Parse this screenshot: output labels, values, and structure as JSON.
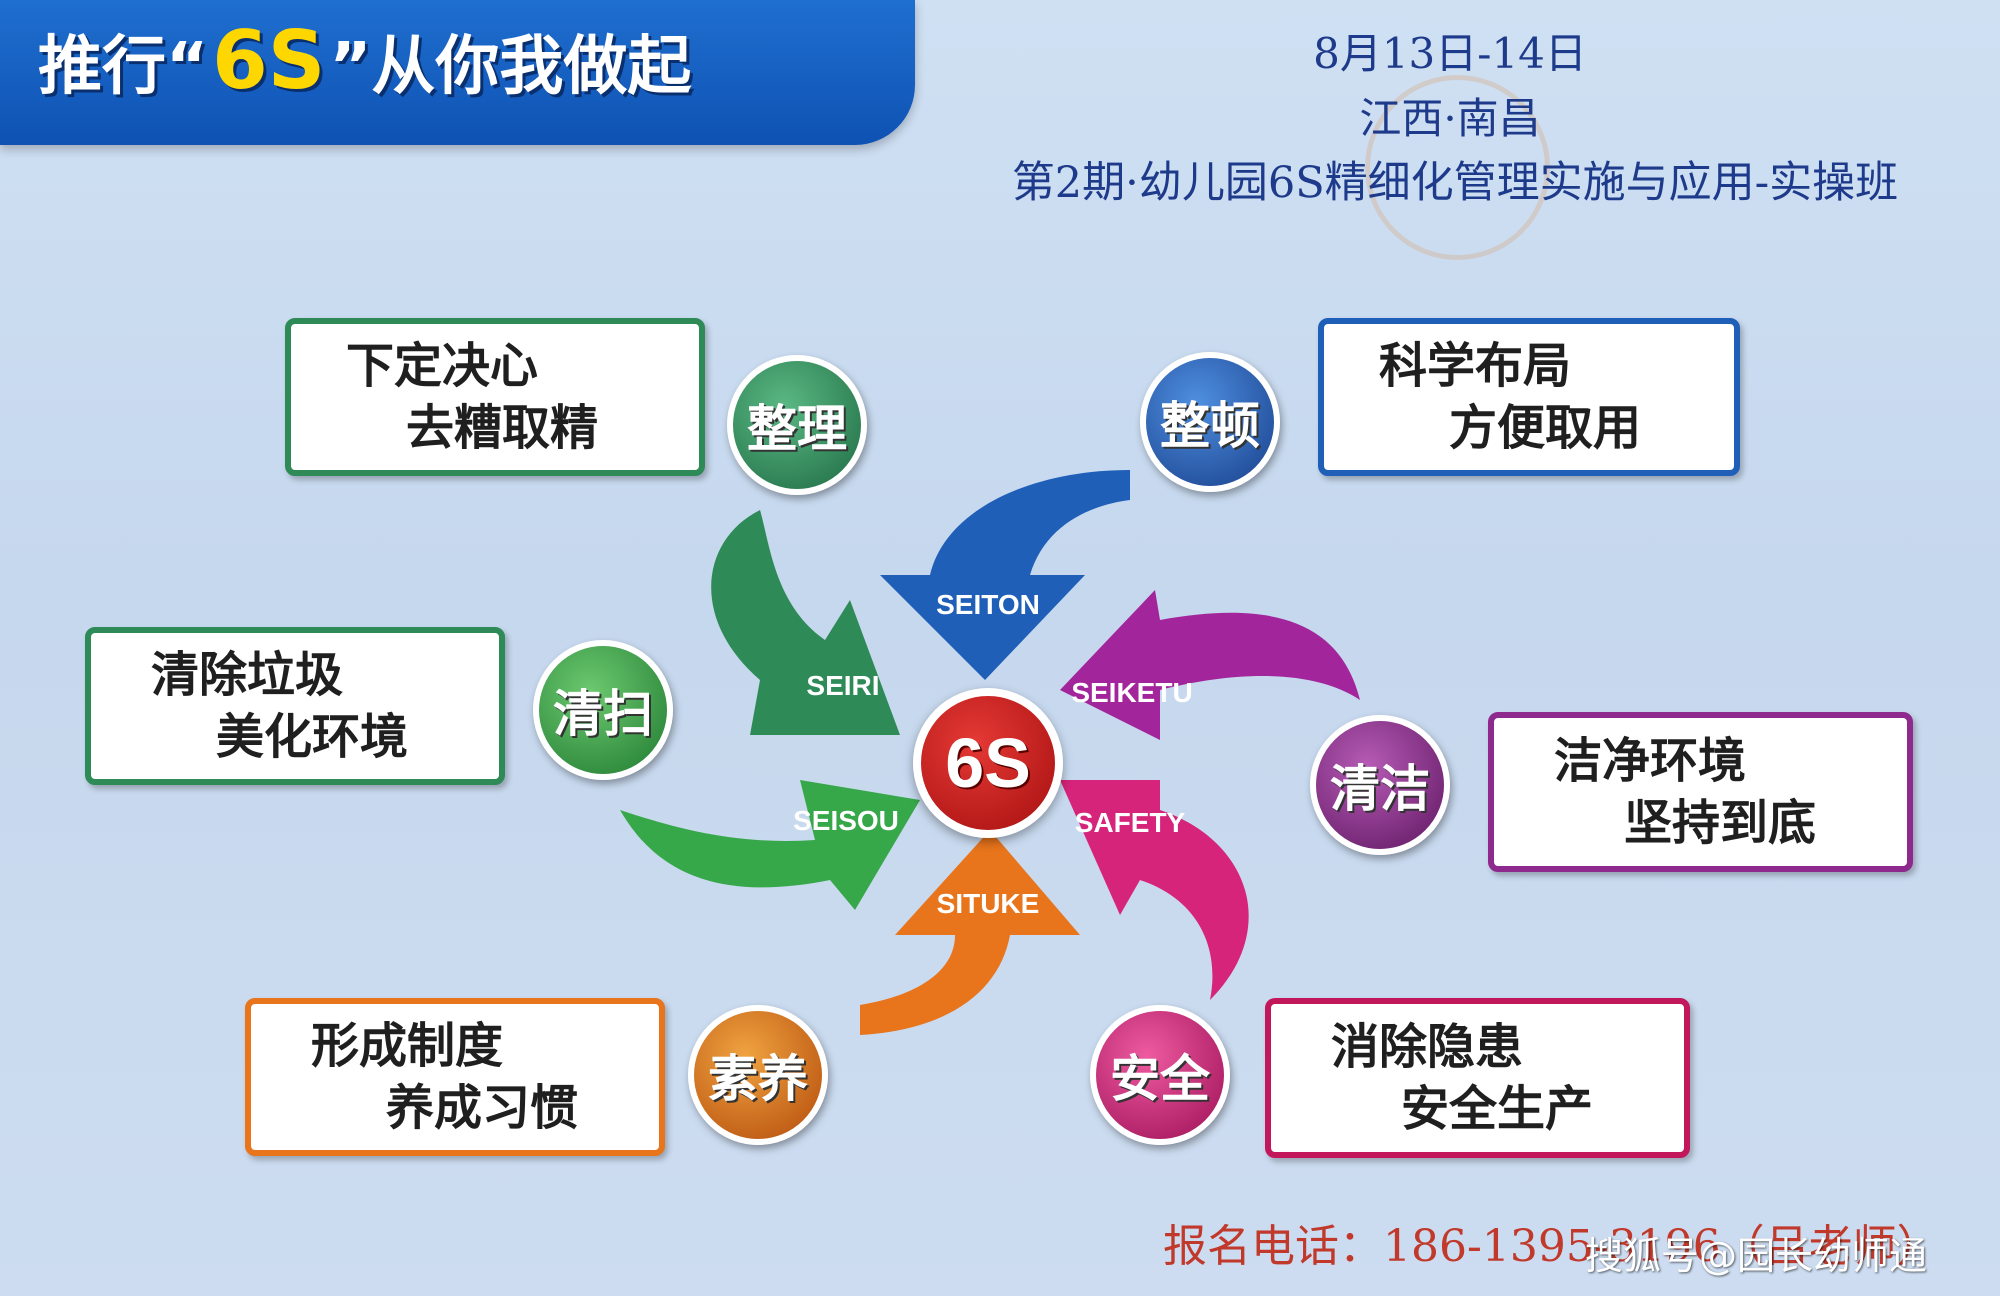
{
  "header": {
    "title_prefix": "推行“",
    "title_highlight": "6S",
    "title_suffix": "”从你我做起"
  },
  "event": {
    "date": "8月13日-14日",
    "location": "江西·南昌",
    "course": "第2期·幼儿园6S精细化管理实施与应用-实操班"
  },
  "center": {
    "label": "6S"
  },
  "items": [
    {
      "key": "seiri",
      "circle": "整理",
      "label": "SEIRI",
      "line1": "下定决心",
      "line2": "去糟取精",
      "color": "#2e8b57"
    },
    {
      "key": "seiton",
      "circle": "整顿",
      "label": "SEITON",
      "line1": "科学布局",
      "line2": "方便取用",
      "color": "#1f5fb8"
    },
    {
      "key": "seiketu",
      "circle": "清洁",
      "label": "SEIKETU",
      "line1": "洁净环境",
      "line2": "坚持到底",
      "color": "#8e2a8e"
    },
    {
      "key": "safety",
      "circle": "安全",
      "label": "SAFETY",
      "line1": "消除隐患",
      "line2": "安全生产",
      "color": "#d6247a"
    },
    {
      "key": "situke",
      "circle": "素养",
      "label": "SITUKE",
      "line1": "形成制度",
      "line2": "养成习惯",
      "color": "#e8741c"
    },
    {
      "key": "seisou",
      "circle": "清扫",
      "label": "SEISOU",
      "line1": "清除垃圾",
      "line2": "美化环境",
      "color": "#37a84a"
    }
  ],
  "footer": {
    "contact": "报名电话：186-1395-3196（吕老师）",
    "watermark": "搜狐号@园长幼师通"
  }
}
